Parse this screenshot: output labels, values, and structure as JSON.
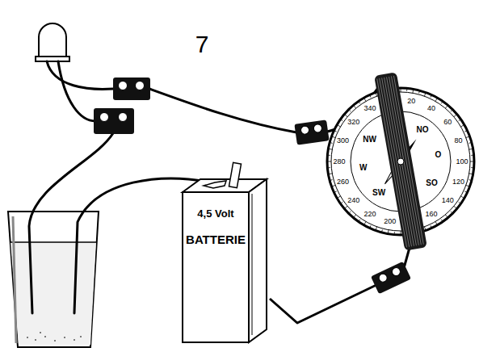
{
  "diagram": {
    "nodes": [
      {
        "text": [
          "20",
          "40",
          "60",
          "80",
          "100",
          "120",
          "140",
          "160",
          "200",
          "220",
          "240",
          "260",
          "280",
          "300",
          "320",
          "340",
          "NO",
          "O",
          "SO",
          "SW",
          "W",
          "NW"
        ]
      },
      {
        "text": [
          "4,5 Volt",
          "BATTERIE"
        ]
      }
    ],
    "edges": [
      {
        "from": 1,
        "to": 0,
        "arrow": "none"
      }
    ],
    "labels": [
      "7"
    ]
  }
}
